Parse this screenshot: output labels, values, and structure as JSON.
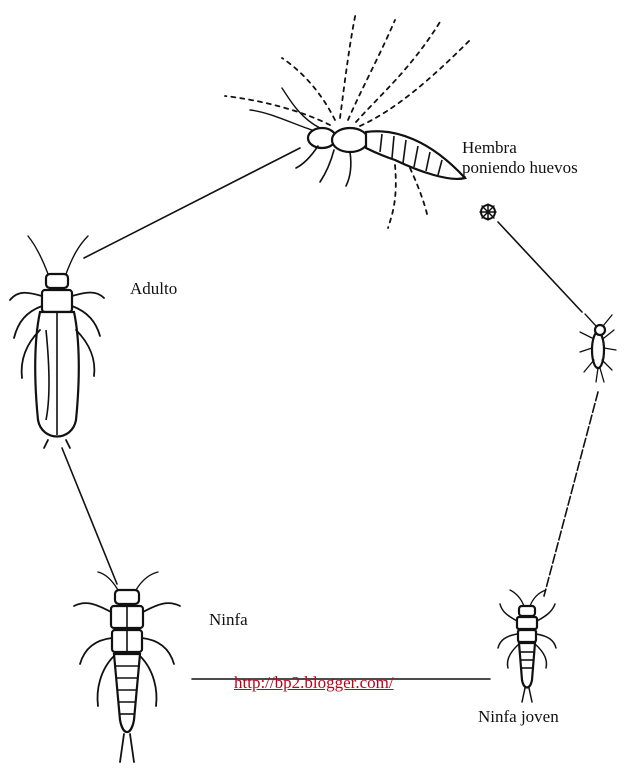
{
  "stages": {
    "female_egg_laying": "Hembra poniendo huevos",
    "female_line1": "Hembra",
    "female_line2": "poniendo huevos",
    "adult": "Adulto",
    "nymph": "Ninfa",
    "young_nymph": "Ninfa joven"
  },
  "source": {
    "link_text": "http://bp2.blogger.com/"
  },
  "icons": {
    "female": "stonefly-female-icon",
    "egg": "egg-mass-icon",
    "hatchling": "hatchling-icon",
    "young_nymph": "young-nymph-icon",
    "nymph": "nymph-icon",
    "adult": "adult-stonefly-icon"
  }
}
